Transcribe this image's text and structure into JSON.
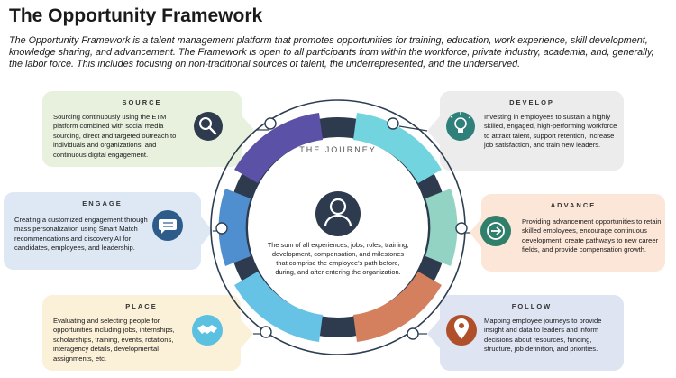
{
  "header": {
    "title": "The Opportunity Framework",
    "intro": "The Opportunity Framework is a talent management platform that promotes opportunities for training, education, work experience, skill development, knowledge sharing, and advancement.  The Framework is open to all participants from within the workforce, private industry, academia, and, generally, the labor force.  This includes focusing on non-traditional sources of talent, the underrepresented, and the underserved."
  },
  "center": {
    "title": "THE JOURNEY",
    "icon": "person-icon",
    "body": "The sum of all experiences, jobs, roles, training, development, compensation, and milestones that comprise the employee's path before, during, and after entering the organization."
  },
  "stages": {
    "source": {
      "title": "SOURCE",
      "body": "Sourcing continuously using the ETM platform combined with social media sourcing, direct and targeted outreach to individuals and organizations, and continuous digital engagement.",
      "icon": "magnifier-icon",
      "color": "#5b52a8",
      "box_color": "#e8f0de"
    },
    "engage": {
      "title": "ENGAGE",
      "body": "Creating a customized engagement through mass personalization using Smart Match recommendations and discovery AI for candidates, employees, and leadership.",
      "icon": "chat-bubble-icon",
      "color": "#3b6fae",
      "box_color": "#dde8f4"
    },
    "place": {
      "title": "PLACE",
      "body": "Evaluating and selecting people for opportunities including jobs, internships, scholarships, training, events, rotations, interagency details, developmental assignments, etc.",
      "icon": "handshake-icon",
      "color": "#5cc0e0",
      "box_color": "#fbf0d8"
    },
    "develop": {
      "title": "DEVELOP",
      "body": "Investing in employees to sustain a highly skilled, engaged, high-performing workforce to attract talent, support retention, increase job satisfaction, and train new leaders.",
      "icon": "lightbulb-icon",
      "color": "#6fd3de",
      "box_color": "#ececec"
    },
    "advance": {
      "title": "ADVANCE",
      "body": "Providing advancement opportunities to retain skilled employees, encourage continuous development, create pathways to new career fields, and provide compensation growth.",
      "icon": "arrow-right-icon",
      "color": "#8fd1c4",
      "box_color": "#fbe6d8"
    },
    "follow": {
      "title": "FOLLOW",
      "body": "Mapping employee journeys to provide insight and data to leaders and inform decisions about resources, funding, structure, job definition, and priorities.",
      "icon": "map-pin-icon",
      "color": "#d2805f",
      "box_color": "#dfe4f3"
    }
  }
}
